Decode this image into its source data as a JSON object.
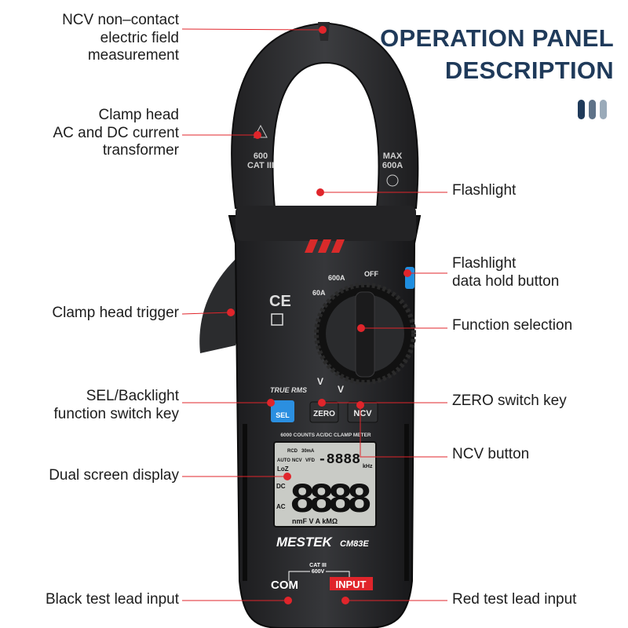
{
  "title": {
    "line1": "OPERATION PANEL",
    "line2": "DESCRIPTION"
  },
  "colors": {
    "title": "#1f3a5a",
    "accent": "#e0252b",
    "bar1": "#1f3a5a",
    "bar2": "#5e7288",
    "bar3": "#9aaab9"
  },
  "labels": {
    "ncv": [
      "NCV non–contact",
      "electric field",
      "measurement"
    ],
    "clamp_head": [
      "Clamp head",
      "AC and DC current",
      "transformer"
    ],
    "trigger": "Clamp head trigger",
    "sel": [
      "SEL/Backlight",
      "function switch key"
    ],
    "display": "Dual screen display",
    "black_lead": "Black test lead input",
    "flashlight": "Flashlight",
    "hold": [
      "Flashlight",
      "data hold button"
    ],
    "function": "Function selection",
    "zero": "ZERO switch key",
    "ncv_button": "NCV button",
    "red_lead": "Red test lead input"
  },
  "meter": {
    "jaw_left": [
      "600",
      "CAT III"
    ],
    "jaw_right": [
      "MAX",
      "600A"
    ],
    "dial": {
      "off": "OFF",
      "a600": "600A",
      "a60": "60A",
      "vdc": "V",
      "vac": "V"
    },
    "true_rms": "TRUE RMS",
    "buttons": {
      "sel": "SEL",
      "zero": "ZERO",
      "ncv": "NCV"
    },
    "counts": "6000 COUNTS AC/DC CLAMP METER",
    "lcd": {
      "sub": "-8888",
      "main": "8888",
      "tags": [
        "RCD",
        "30mA",
        "AUTO",
        "NCV",
        "VFD"
      ],
      "loz": "LoZ",
      "dc": "DC",
      "ac": "AC",
      "units": "nmF V A kMΩ",
      "khz": "kHz"
    },
    "brand": "MESTEK",
    "model": "CM83E",
    "cat": [
      "CAT III",
      "600V"
    ],
    "com": "COM",
    "input": "INPUT"
  }
}
